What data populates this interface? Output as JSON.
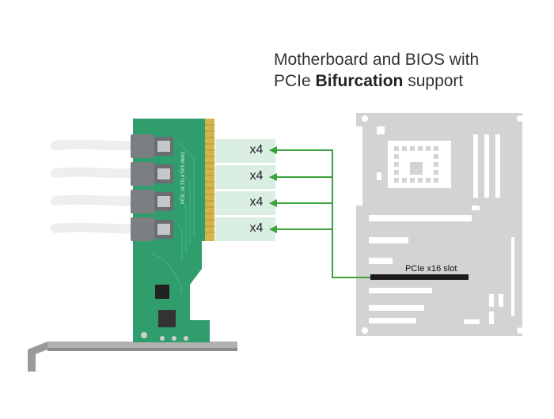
{
  "heading": {
    "line1": "Motherboard and BIOS with",
    "line2_prefix": "PCIe ",
    "line2_bold": "Bifurcation",
    "line2_suffix": " support"
  },
  "lanes": [
    {
      "label": "x4"
    },
    {
      "label": "x4"
    },
    {
      "label": "x4"
    },
    {
      "label": "x4"
    }
  ],
  "slot_label": "PCIe x16 slot",
  "card_silkscreen": "PCIE 16 TO 4 SFF-8643",
  "colors": {
    "arrow": "#3aa23a",
    "lane_band": "#dbeee3",
    "pcb": "#2f9e6c",
    "motherboard": "#d3d3d3",
    "bracket": "#a9a9a9",
    "connector": "#7c7f82",
    "cable": "#f0f0f0"
  },
  "icons": {
    "motherboard": "motherboard-outline",
    "card": "pcie-expansion-card",
    "connector": "sff-8643-port"
  }
}
